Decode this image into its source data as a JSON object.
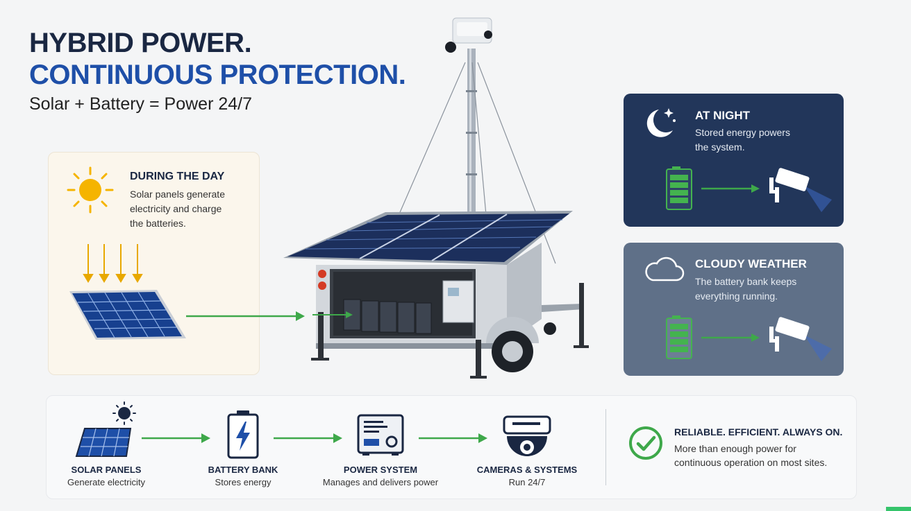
{
  "header": {
    "title_line1": "HYBRID POWER.",
    "title_line2": "CONTINUOUS PROTECTION.",
    "subtitle": "Solar + Battery = Power 24/7"
  },
  "day": {
    "title": "DURING THE DAY",
    "text_lines": [
      "Solar panels generate",
      "electricity and charge",
      "the batteries."
    ],
    "icon": "sun-icon"
  },
  "night": {
    "title": "AT NIGHT",
    "text_lines": [
      "Stored energy powers",
      "the system."
    ],
    "icon": "moon-icon"
  },
  "cloudy": {
    "title": "CLOUDY WEATHER",
    "text_lines": [
      "The battery bank keeps",
      "everything running."
    ],
    "icon": "cloud-icon"
  },
  "flow": [
    {
      "title": "SOLAR PANELS",
      "text": "Generate electricity",
      "icon": "solar-panel-icon"
    },
    {
      "title": "BATTERY BANK",
      "text": "Stores energy",
      "icon": "battery-icon"
    },
    {
      "title": "POWER SYSTEM",
      "text": "Manages and delivers power",
      "icon": "power-unit-icon"
    },
    {
      "title": "CAMERAS & SYSTEMS",
      "text": "Run 24/7",
      "icon": "dome-camera-icon"
    }
  ],
  "reliability": {
    "title": "RELIABLE. EFFICIENT. ALWAYS ON.",
    "text_lines": [
      "More than enough power for",
      "continuous operation on most sites."
    ],
    "icon": "check-circle-icon"
  },
  "colors": {
    "navy": "#1a2742",
    "blue": "#1e4fa8",
    "green": "#3ea84a",
    "sun": "#f5b400",
    "night_card": "#22365a",
    "cloud_card": "#5f7088"
  }
}
